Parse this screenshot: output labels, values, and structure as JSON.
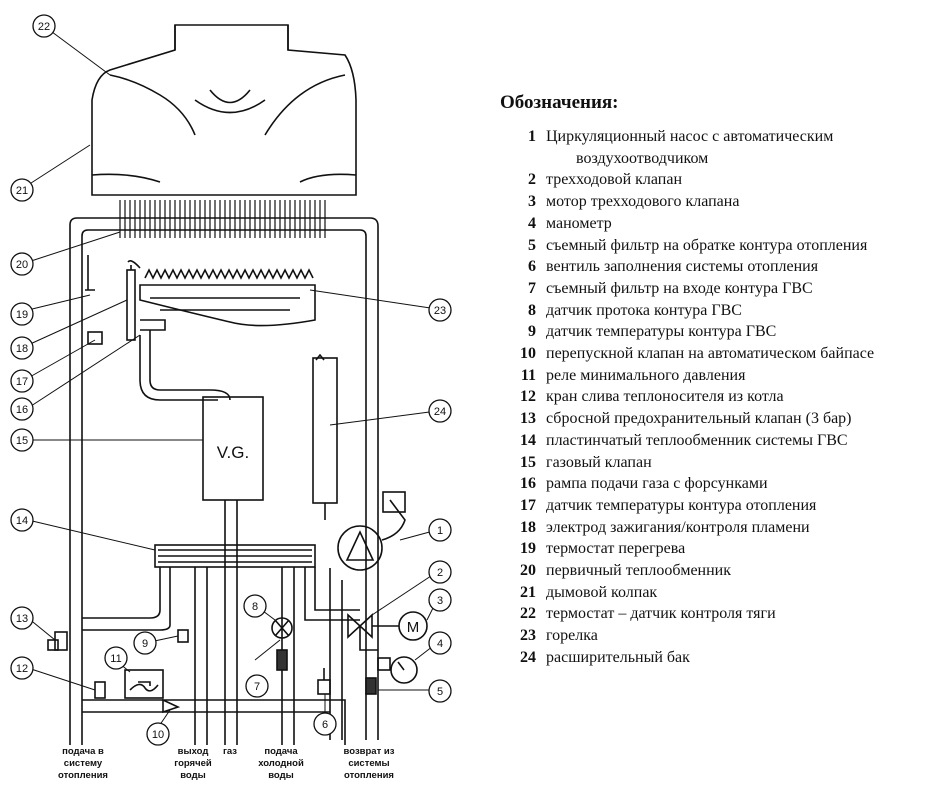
{
  "legend": {
    "title": "Обозначения:",
    "items": [
      {
        "num": "1",
        "text": "Циркуляционный насос с автоматическим",
        "cont": "воздухоотводчиком"
      },
      {
        "num": "2",
        "text": "трехходовой клапан"
      },
      {
        "num": "3",
        "text": "мотор трехходового клапана"
      },
      {
        "num": "4",
        "text": "манометр"
      },
      {
        "num": "5",
        "text": "съемный фильтр на обратке  контура отопления"
      },
      {
        "num": "6",
        "text": "вентиль заполнения системы отопления"
      },
      {
        "num": "7",
        "text": "съемный фильтр на входе контура ГВС"
      },
      {
        "num": "8",
        "text": "датчик протока контура ГВС"
      },
      {
        "num": "9",
        "text": "датчик температуры контура ГВС"
      },
      {
        "num": "10",
        "text": "перепускной клапан на автоматическом байпасе"
      },
      {
        "num": "11",
        "text": "реле минимального давления"
      },
      {
        "num": "12",
        "text": "кран слива теплоносителя из котла"
      },
      {
        "num": "13",
        "text": "сбросной предохранительный клапан (3 бар)"
      },
      {
        "num": "14",
        "text": "пластинчатый теплообменник системы ГВС"
      },
      {
        "num": "15",
        "text": "газовый клапан"
      },
      {
        "num": "16",
        "text": "рампа подачи газа с форсунками"
      },
      {
        "num": "17",
        "text": "датчик температуры контура отопления"
      },
      {
        "num": "18",
        "text": "электрод зажигания/контроля пламени"
      },
      {
        "num": "19",
        "text": "термостат перегрева"
      },
      {
        "num": "20",
        "text": "первичный теплообменник"
      },
      {
        "num": "21",
        "text": "дымовой колпак"
      },
      {
        "num": "22",
        "text": "термостат – датчик контроля тяги"
      },
      {
        "num": "23",
        "text": "горелка"
      },
      {
        "num": "24",
        "text": "расширительный бак"
      }
    ]
  },
  "diagram": {
    "valve_label": "V.G.",
    "motor_label": "M",
    "callouts": [
      "1",
      "2",
      "3",
      "4",
      "5",
      "6",
      "7",
      "8",
      "9",
      "10",
      "11",
      "12",
      "13",
      "14",
      "15",
      "16",
      "17",
      "18",
      "19",
      "20",
      "21",
      "22",
      "23",
      "24"
    ],
    "bottom_labels": {
      "supply_heating": "подача в\nсистему\nотопления",
      "hot_water_out": "выход\nгорячей\nводы",
      "gas": "газ",
      "cold_water_in": "подача\nхолодной\nводы",
      "return_heating": "возврат из\nсистемы\nотопления"
    }
  }
}
